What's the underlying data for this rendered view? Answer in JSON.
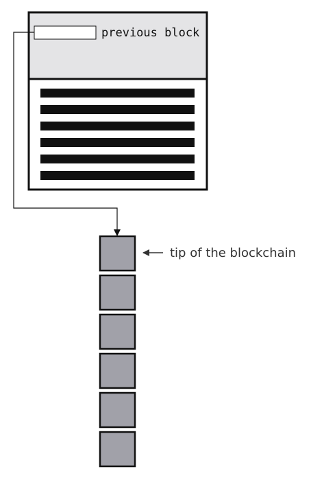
{
  "block": {
    "header_field_label": "previous block",
    "transaction_line_count": 6
  },
  "chain": {
    "block_count": 6,
    "tip_label": "tip of the blockchain"
  },
  "colors": {
    "header_fill": "#e4e4e6",
    "chain_block_fill": "#a1a1a9",
    "stroke": "#111111",
    "tx_line": "#111111",
    "tip_arrow": "#333333"
  }
}
